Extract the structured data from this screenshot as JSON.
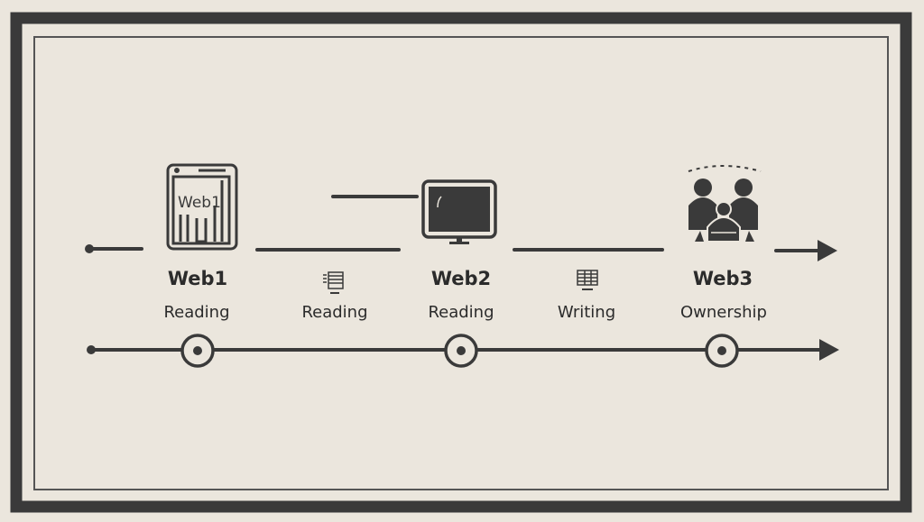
{
  "colors": {
    "background": "#ebe6dd",
    "ink": "#3a3a3a"
  },
  "stages": [
    {
      "title": "Web1",
      "subtitle": "Reading",
      "icon": "web1-page-icon",
      "icon_text": "Web1"
    },
    {
      "title": "",
      "subtitle": "Reading",
      "icon": "document-list-icon"
    },
    {
      "title": "Web2",
      "subtitle": "Reading",
      "icon": "monitor-icon"
    },
    {
      "title": "",
      "subtitle": "Writing",
      "icon": "table-grid-icon"
    },
    {
      "title": "Web3",
      "subtitle": "Ownership",
      "icon": "people-group-icon"
    }
  ]
}
